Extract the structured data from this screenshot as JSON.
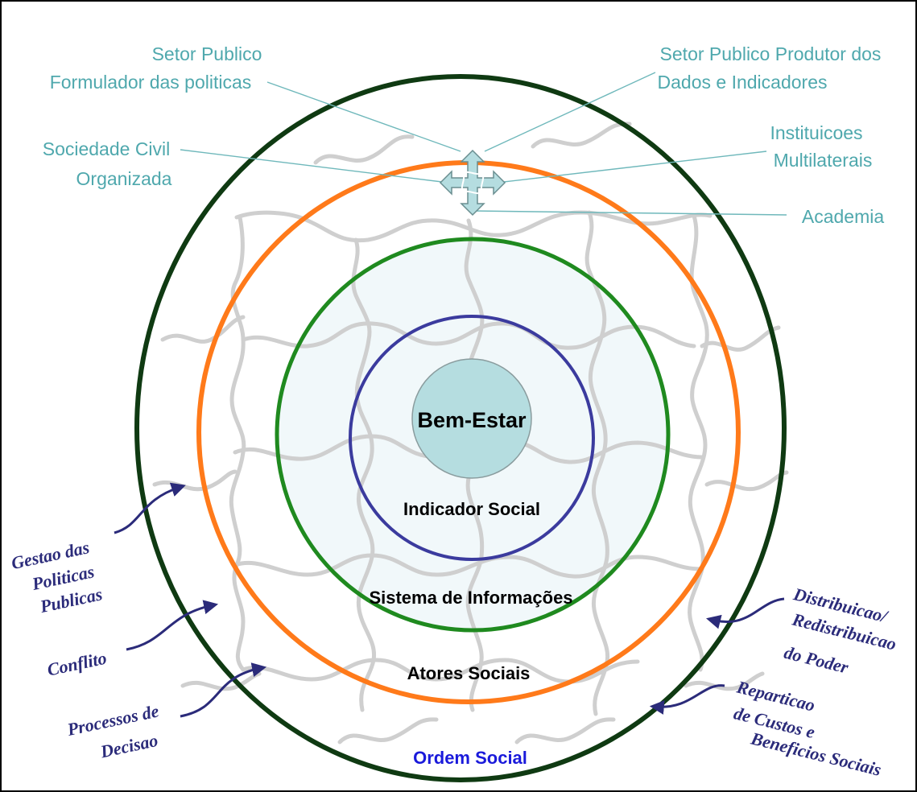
{
  "center": {
    "label": "Bem-Estar",
    "color": "#b5dde0"
  },
  "rings": [
    {
      "id": "indicador",
      "label": "Indicador Social",
      "color": "#3b3b9e"
    },
    {
      "id": "sistema",
      "label": "Sistema de Informações",
      "color": "#1f8a1f"
    },
    {
      "id": "atores",
      "label": "Atores Sociais",
      "color": "#ff7a1a"
    },
    {
      "id": "ordem",
      "label": "Ordem Social",
      "color": "#0f3a12"
    }
  ],
  "actors": {
    "formulador": {
      "line1": "Setor Publico",
      "line2": "Formulador das politicas"
    },
    "produtor": {
      "line1": "Setor Publico Produtor dos",
      "line2": "Dados e Indicadores"
    },
    "sociedade": {
      "line1": "Sociedade Civil",
      "line2": "Organizada"
    },
    "multilaterais": {
      "line1": "Instituicoes",
      "line2": "Multilaterais"
    },
    "academia": {
      "line1": "Academia"
    }
  },
  "processes": {
    "gestao": {
      "lines": [
        "Gestao das",
        "Politicas",
        "Publicas"
      ]
    },
    "conflito": {
      "lines": [
        "Conflito"
      ]
    },
    "decisao": {
      "lines": [
        "Processos de",
        "Decisao"
      ]
    },
    "distribuicao": {
      "lines": [
        "Distribuicao/",
        "Redistribuicao",
        "do Poder"
      ]
    },
    "reparticao": {
      "lines": [
        "Reparticao",
        "de Custos e",
        "Beneficios Sociais"
      ]
    }
  },
  "icons": {
    "move": "four-way-arrow-icon"
  },
  "colors": {
    "actor_text": "#4fa8ad",
    "process_text": "#2b2b7a",
    "puzzle": "#cfcfcf",
    "inner_fill": "#f1f8fa"
  }
}
